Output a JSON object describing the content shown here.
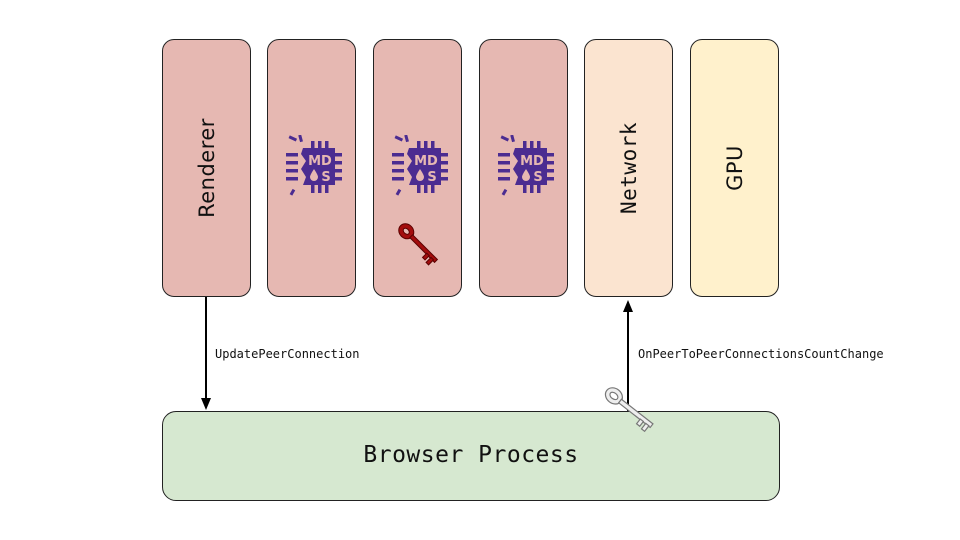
{
  "diagram": {
    "processes": [
      {
        "id": "renderer",
        "label": "Renderer",
        "icon": null,
        "key": null,
        "color": "#e6b8b2"
      },
      {
        "id": "renderer-mds-1",
        "label": "",
        "icon": "mds-chip-icon",
        "key": null,
        "color": "#e6b8b2"
      },
      {
        "id": "renderer-mds-2",
        "label": "",
        "icon": "mds-chip-icon",
        "key": "red-key-icon",
        "color": "#e6b8b2"
      },
      {
        "id": "renderer-mds-3",
        "label": "",
        "icon": "mds-chip-icon",
        "key": null,
        "color": "#e6b8b2"
      },
      {
        "id": "network",
        "label": "Network",
        "icon": null,
        "key": null,
        "color": "#fbe4d0"
      },
      {
        "id": "gpu",
        "label": "GPU",
        "icon": null,
        "key": null,
        "color": "#fff1cc"
      }
    ],
    "browser": {
      "label": "Browser Process",
      "key": "grey-key-icon",
      "color": "#d6e8d0"
    },
    "messages": [
      {
        "label": "UpdatePeerConnection",
        "from": "renderer",
        "to": "browser"
      },
      {
        "label": "OnPeerToPeerConnectionsCountChange",
        "from": "browser",
        "to": "network"
      }
    ],
    "icon_colors": {
      "mds": "#4b2c91",
      "red_key": "#a30d0d",
      "grey_key": "#eeeeee"
    }
  }
}
